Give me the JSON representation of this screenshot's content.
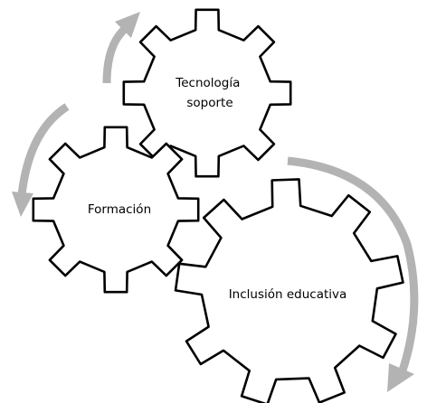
{
  "gears": [
    {
      "id": "tecnologia",
      "label_lines": [
        "Tecnología",
        "soporte"
      ]
    },
    {
      "id": "formacion",
      "label_lines": [
        "Formación"
      ]
    },
    {
      "id": "inclusion",
      "label_lines": [
        "Inclusión educativa"
      ]
    }
  ],
  "colors": {
    "gear_fill": "#ffffff",
    "gear_stroke": "#000000",
    "arrow": "#b3b3b3"
  }
}
